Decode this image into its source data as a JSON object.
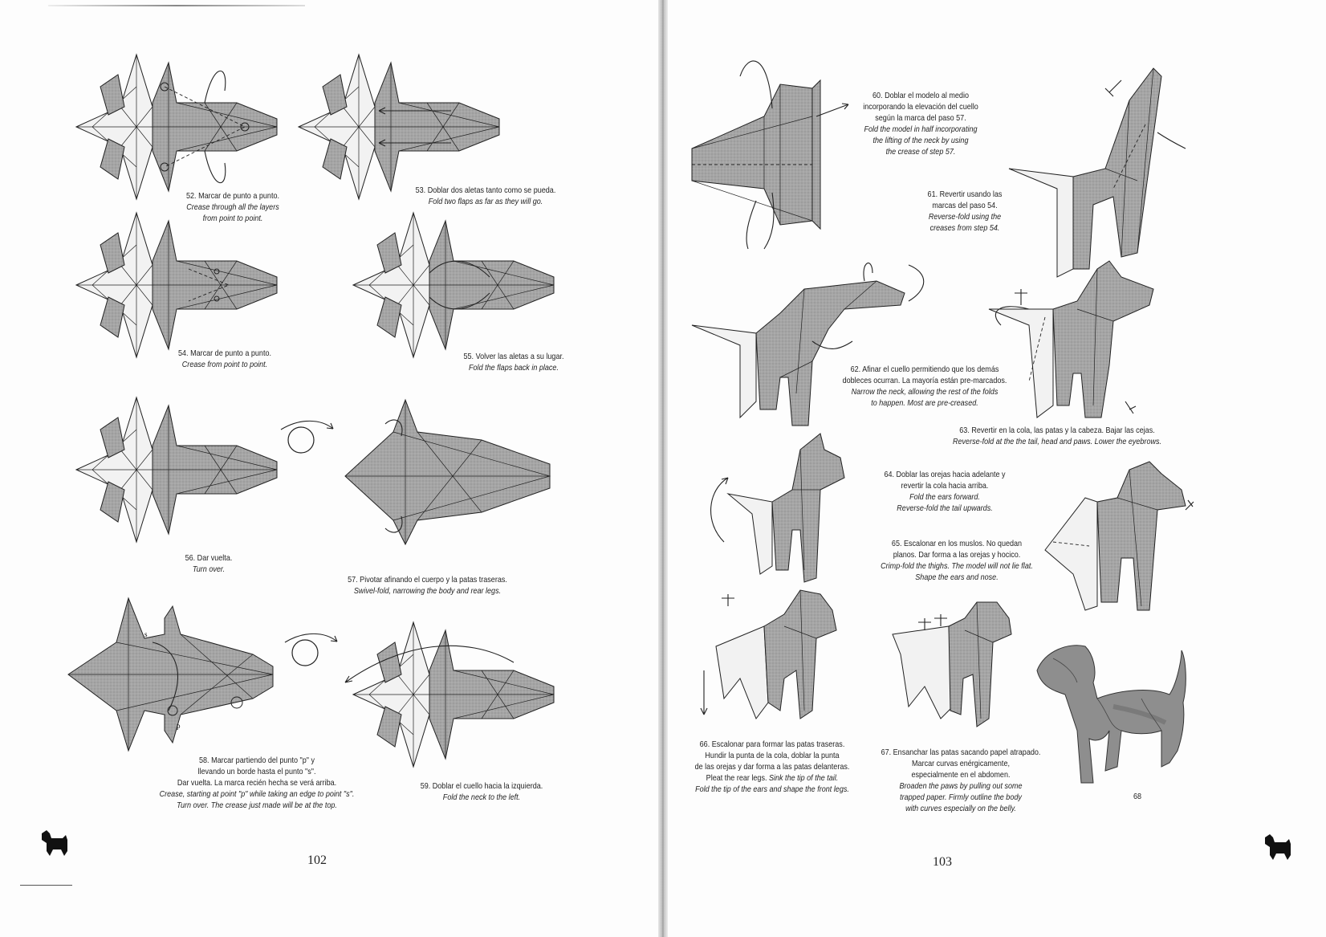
{
  "pages": {
    "left": {
      "number": "102",
      "steps": [
        {
          "id": "52",
          "es": "52. Marcar de punto a punto.",
          "en1": "Crease through all the layers",
          "en2": "from point to point."
        },
        {
          "id": "53",
          "es": "53. Doblar dos aletas tanto como se pueda.",
          "en1": "Fold two flaps as far as they will go.",
          "en2": ""
        },
        {
          "id": "54",
          "es": "54. Marcar de punto a punto.",
          "en1": "Crease from point to point.",
          "en2": ""
        },
        {
          "id": "55",
          "es": "55. Volver las aletas a su lugar.",
          "en1": "Fold the flaps back in place.",
          "en2": ""
        },
        {
          "id": "56",
          "es": "56. Dar vuelta.",
          "en1": "Turn over.",
          "en2": ""
        },
        {
          "id": "57",
          "es": "57. Pivotar afinando el cuerpo y la patas traseras.",
          "en1": "Swivel-fold, narrowing the body and rear legs.",
          "en2": ""
        },
        {
          "id": "58",
          "es1": "58. Marcar partiendo del punto \"p\" y",
          "es2": "llevando un borde hasta el punto \"s\".",
          "es3": "Dar vuelta. La marca recién hecha se verá arriba.",
          "en1": "Crease, starting at point \"p\" while taking an edge to point \"s\".",
          "en2": "Turn over. The crease just made will be at the top."
        },
        {
          "id": "59",
          "es": "59. Doblar el cuello hacia la izquierda.",
          "en1": "Fold the neck to the left.",
          "en2": ""
        }
      ],
      "point_labels": {
        "s": "s",
        "p": "p"
      }
    },
    "right": {
      "number": "103",
      "steps": [
        {
          "id": "60",
          "es1": "60. Doblar el modelo al medio",
          "es2": "incorporando la elevación del cuello",
          "es3": "según la marca del paso 57.",
          "en1": "Fold the model in half incorporating",
          "en2": "the lifting of the neck by using",
          "en3": "the crease of step 57."
        },
        {
          "id": "61",
          "es1": "61. Revertir usando las",
          "es2": "marcas del paso 54.",
          "en1": "Reverse-fold using the",
          "en2": "creases from step 54."
        },
        {
          "id": "62",
          "es1": "62. Afinar el cuello permitiendo que los demás",
          "es2": "dobleces ocurran. La mayoría están pre-marcados.",
          "en1": "Narrow the neck, allowing the rest of the folds",
          "en2": "to happen. Most are pre-creased."
        },
        {
          "id": "63",
          "es": "63. Revertir en la cola, las patas y la cabeza. Bajar las cejas.",
          "en": "Reverse-fold at the the tail, head and paws. Lower the eyebrows."
        },
        {
          "id": "64",
          "es1": "64. Doblar las orejas hacia adelante y",
          "es2": "revertir la cola hacia arriba.",
          "en1": "Fold the ears forward.",
          "en2": "Reverse-fold the tail upwards."
        },
        {
          "id": "65",
          "es1": "65. Escalonar en los muslos. No quedan",
          "es2": "planos. Dar forma a las orejas y hocico.",
          "en1": "Crimp-fold the thighs. The model will not lie flat.",
          "en2": "Shape the ears and nose."
        },
        {
          "id": "66",
          "es1": "66. Escalonar para formar las patas traseras.",
          "es2": "Hundir la punta de la cola, doblar la punta",
          "es3": "de las orejas y dar forma a las patas delanteras.",
          "mix_es": "Pleat the rear legs. ",
          "mix_en": "Sink the tip of the tail.",
          "en1": "Fold the tip of the ears and shape the front legs."
        },
        {
          "id": "67",
          "es1": "67. Ensanchar las patas sacando papel atrapado.",
          "es2": "Marcar curvas enérgicamente,",
          "es3": "especialmente en el abdomen.",
          "en1": "Broaden the paws by pulling out some",
          "en2": "trapped paper. Firmly outline the body",
          "en3": "with curves especially on the belly."
        },
        {
          "id": "68",
          "es": "68"
        }
      ]
    }
  },
  "colors": {
    "paper_shade": "#a9a9a9",
    "paper_light": "#f2f2f2",
    "ink": "#222222"
  },
  "icons": {
    "corner_logo": "scottie-dog-icon"
  }
}
